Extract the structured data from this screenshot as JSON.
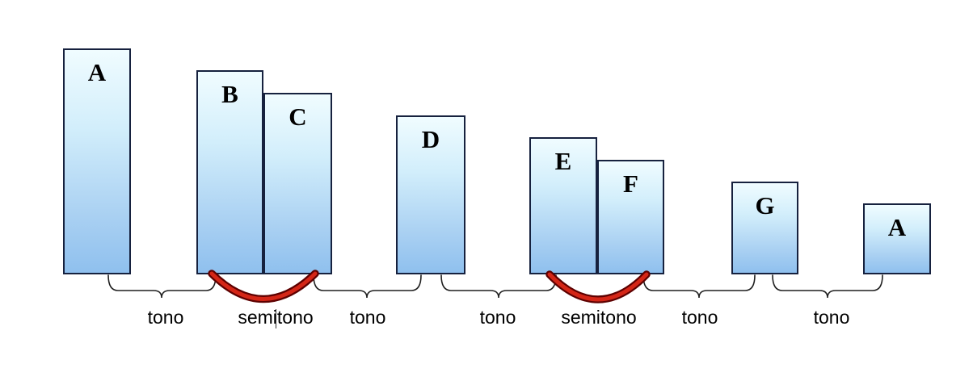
{
  "bars": [
    {
      "label": "A"
    },
    {
      "label": "B"
    },
    {
      "label": "C"
    },
    {
      "label": "D"
    },
    {
      "label": "E"
    },
    {
      "label": "F"
    },
    {
      "label": "G"
    },
    {
      "label": "A"
    }
  ],
  "intervals": [
    {
      "label": "tono"
    },
    {
      "label": "semitono"
    },
    {
      "label": "tono"
    },
    {
      "label": "tono"
    },
    {
      "label": "semitono"
    },
    {
      "label": "tono"
    },
    {
      "label": "tono"
    }
  ],
  "colors": {
    "bar_gradient_top": "#f0fcff",
    "bar_gradient_bottom": "#8fc0ee",
    "bar_border": "#16213e",
    "brace": "#1f1f1f",
    "semitone_arc": "#d42617",
    "semitone_arc_edge": "#5d0000",
    "text": "#000000"
  }
}
